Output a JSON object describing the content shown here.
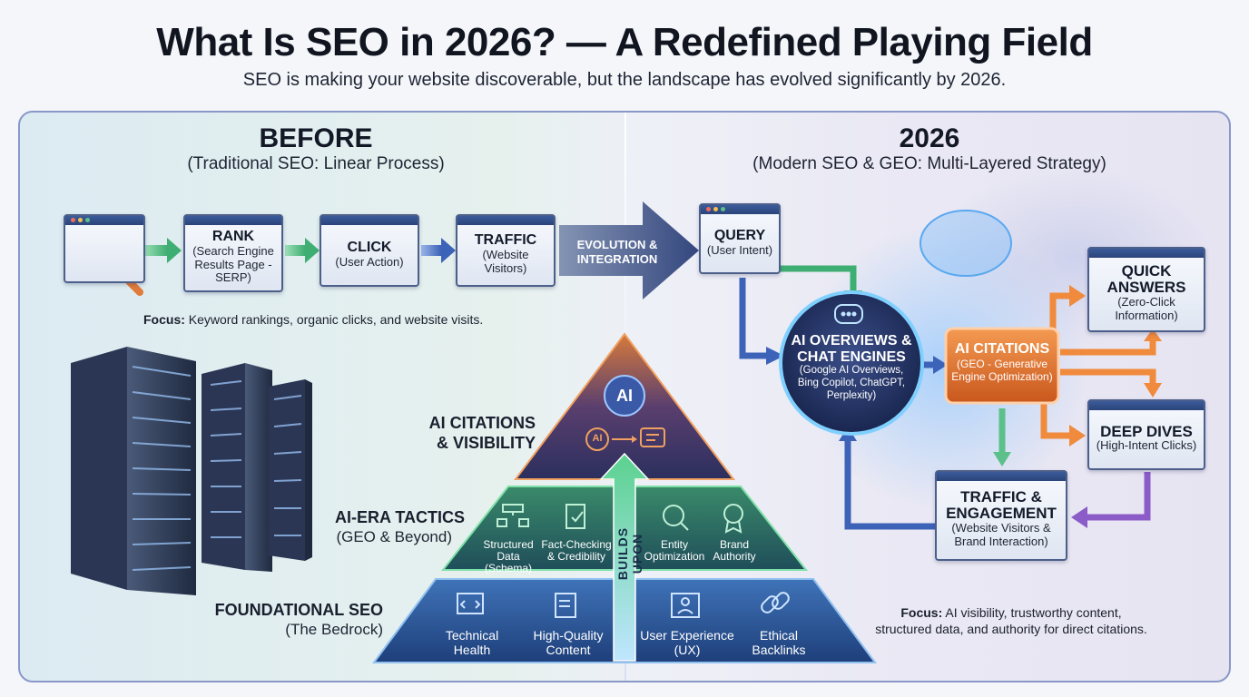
{
  "header": {
    "title": "What Is SEO in 2026? — A Redefined Playing Field",
    "subtitle": "SEO is making your website discoverable, but the landscape has evolved significantly by 2026."
  },
  "before": {
    "heading": "BEFORE",
    "subheading": "(Traditional SEO: Linear Process)",
    "steps": [
      {
        "title": "RANK",
        "sub": "(Search Engine Results Page - SERP)"
      },
      {
        "title": "CLICK",
        "sub": "(User Action)"
      },
      {
        "title": "TRAFFIC",
        "sub": "(Website Visitors)"
      }
    ],
    "focus_label": "Focus:",
    "focus_text": "Keyword rankings, organic clicks, and website visits."
  },
  "evolution": {
    "line1": "EVOLUTION &",
    "line2": "INTEGRATION"
  },
  "pyramid": {
    "top": {
      "label1": "AI CITATIONS",
      "label2": "& VISIBILITY",
      "badge": "AI",
      "mini": "AI"
    },
    "middle": {
      "label": "AI-ERA TACTICS",
      "sub": "(GEO & Beyond)",
      "items": [
        {
          "l1": "Structured",
          "l2": "Data (Schema)"
        },
        {
          "l1": "Fact-Checking",
          "l2": "& Credibility"
        },
        {
          "l1": "Entity",
          "l2": "Optimization"
        },
        {
          "l1": "Brand",
          "l2": "Authority"
        }
      ]
    },
    "bottom": {
      "label": "FOUNDATIONAL SEO",
      "sub": "(The Bedrock)",
      "items": [
        {
          "l1": "Technical",
          "l2": "Health"
        },
        {
          "l1": "High-Quality",
          "l2": "Content"
        },
        {
          "l1": "User Experience",
          "l2": "(UX)"
        },
        {
          "l1": "Ethical",
          "l2": "Backlinks"
        }
      ]
    },
    "arrow_text": "BUILDS UPON"
  },
  "modern": {
    "heading": "2026",
    "subheading": "(Modern SEO & GEO: Multi-Layered Strategy)",
    "query": {
      "title": "QUERY",
      "sub": "(User Intent)"
    },
    "engines": {
      "t1": "AI OVERVIEWS &",
      "t2": "CHAT ENGINES",
      "s1": "(Google AI Overviews,",
      "s2": "Bing Copilot, ChatGPT,",
      "s3": "Perplexity)"
    },
    "citations": {
      "title": "AI CITATIONS",
      "s1": "(GEO - Generative",
      "s2": "Engine Optimization)"
    },
    "quick": {
      "t1": "QUICK",
      "t2": "ANSWERS",
      "s1": "(Zero-Click",
      "s2": "Information)"
    },
    "deep": {
      "title": "DEEP DIVES",
      "sub": "(High-Intent Clicks)"
    },
    "traffic": {
      "t1": "TRAFFIC &",
      "t2": "ENGAGEMENT",
      "s1": "(Website Visitors &",
      "s2": "Brand Interaction)"
    },
    "focus_label": "Focus:",
    "focus_l1": "AI visibility, trustworthy content,",
    "focus_l2": "structured data, and authority for direct citations."
  },
  "colors": {
    "accent_blue": "#2f5fb0",
    "orange": "#f08a3c",
    "green": "#5cc08a",
    "purple": "#8b5cc8",
    "frame": "#8a98c8"
  }
}
